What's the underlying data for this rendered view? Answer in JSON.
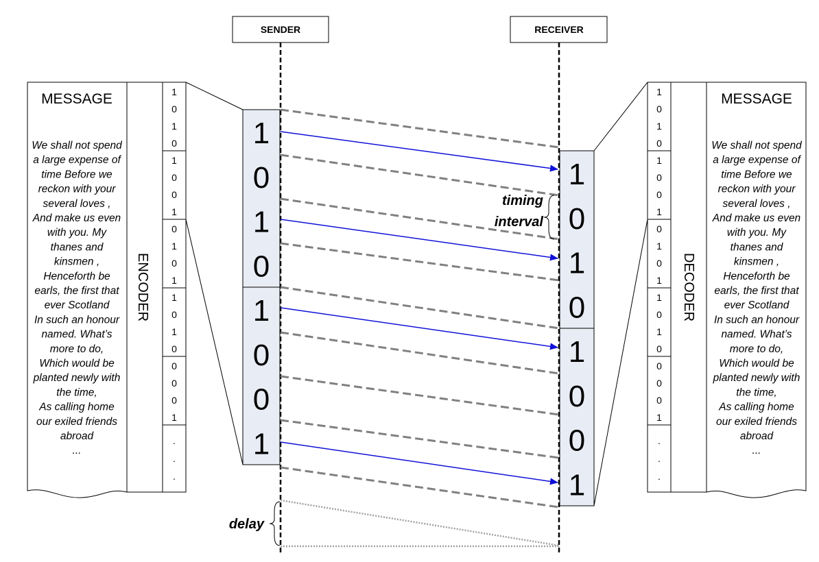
{
  "sender": {
    "label": "SENDER"
  },
  "receiver": {
    "label": "RECEIVER"
  },
  "message_left": {
    "title": "MESSAGE",
    "lines": [
      "We shall not spend",
      "a large expense of",
      "time Before we",
      "reckon with your",
      "several loves ,",
      "And make us even",
      "with you. My",
      "thanes and",
      "kinsmen ,",
      "Henceforth be",
      "earls, the first that",
      "ever Scotland",
      "In such an honour",
      "named. What’s",
      "more to do,",
      "Which would be",
      "planted newly with",
      "the time,",
      "As calling home",
      "our exiled friends",
      "abroad",
      "..."
    ]
  },
  "message_right": {
    "title": "MESSAGE",
    "lines": [
      "We shall not spend",
      "a large expense of",
      "time Before we",
      "reckon with your",
      "several loves ,",
      "And make us even",
      "with you. My",
      "thanes and",
      "kinsmen ,",
      "Henceforth be",
      "earls, the first that",
      "ever Scotland",
      "In such an honour",
      "named. What’s",
      "more to do,",
      "Which would be",
      "planted newly with",
      "the time,",
      "As calling home",
      "our exiled friends",
      "abroad",
      "..."
    ]
  },
  "encoder": {
    "label": "ENCODER"
  },
  "decoder": {
    "label": "DECODER"
  },
  "bit_groups": [
    [
      "1",
      "0",
      "1",
      "0"
    ],
    [
      "1",
      "0",
      "0",
      "1"
    ],
    [
      "0",
      "1",
      "0",
      "1"
    ],
    [
      "1",
      "0",
      "1",
      "0"
    ],
    [
      "0",
      "0",
      "0",
      "1"
    ],
    [
      ".",
      ".",
      "."
    ]
  ],
  "sender_bits": [
    "1",
    "0",
    "1",
    "0",
    "1",
    "0",
    "0",
    "1"
  ],
  "receiver_bits": [
    "1",
    "0",
    "1",
    "0",
    "1",
    "0",
    "0",
    "1"
  ],
  "annotations": {
    "timing_line1": "timing",
    "timing_line2": "interval",
    "delay": "delay"
  },
  "colors": {
    "signal": "#1010d8",
    "dashed": "#808080",
    "box_fill": "#e8ecf4",
    "delay_line": "#a0a0a0"
  }
}
